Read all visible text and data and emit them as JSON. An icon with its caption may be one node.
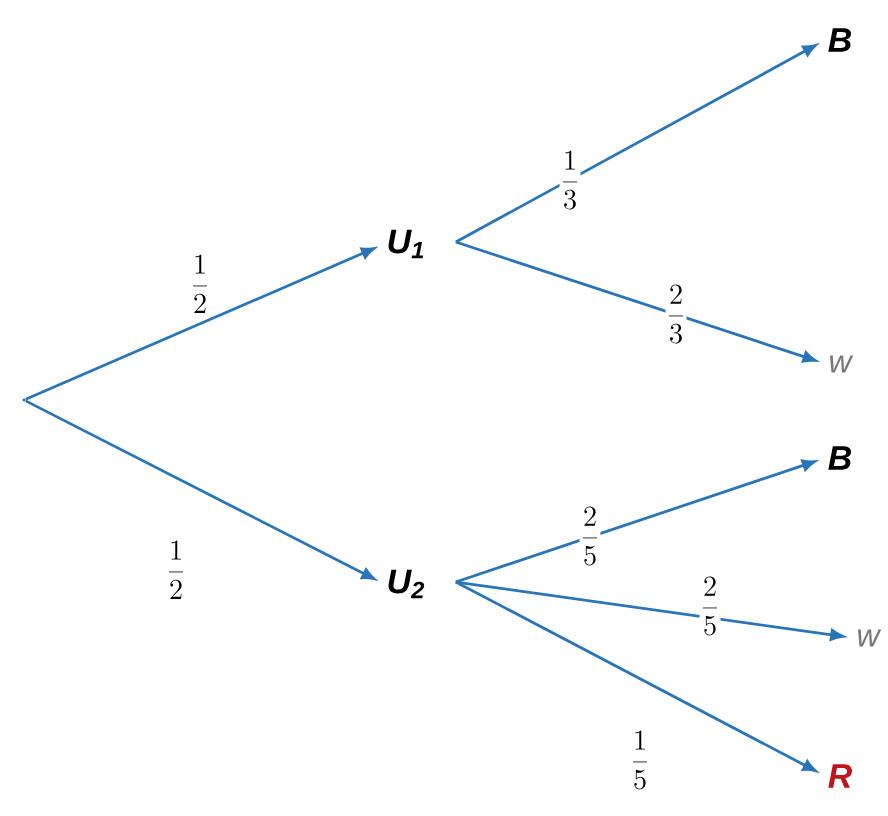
{
  "diagram": {
    "nodes": [
      {
        "text": [],
        "shape": "point"
      },
      {
        "text": [
          "U$_{1}$"
        ]
      },
      {
        "text": [
          "U$_{2}$"
        ]
      },
      {
        "text": [
          "B"
        ]
      },
      {
        "text": [
          "w"
        ]
      },
      {
        "text": [
          "B"
        ]
      },
      {
        "text": [
          "w"
        ]
      },
      {
        "text": [
          "R"
        ]
      }
    ],
    "edges": [
      {
        "from": 0,
        "to": 1,
        "arrow": "to",
        "label": "\\frac{1}{2}"
      },
      {
        "from": 0,
        "to": 2,
        "arrow": "to",
        "label": "\\frac{1}{2}"
      },
      {
        "from": 1,
        "to": 3,
        "arrow": "to",
        "label": "\\frac{1}{3}"
      },
      {
        "from": 1,
        "to": 4,
        "arrow": "to",
        "label": "\\frac{2}{3}"
      },
      {
        "from": 2,
        "to": 5,
        "arrow": "to",
        "label": "\\frac{2}{5}"
      },
      {
        "from": 2,
        "to": 6,
        "arrow": "to",
        "label": "\\frac{2}{5}"
      },
      {
        "from": 2,
        "to": 7,
        "arrow": "to",
        "label": "\\frac{1}{5}"
      }
    ]
  }
}
